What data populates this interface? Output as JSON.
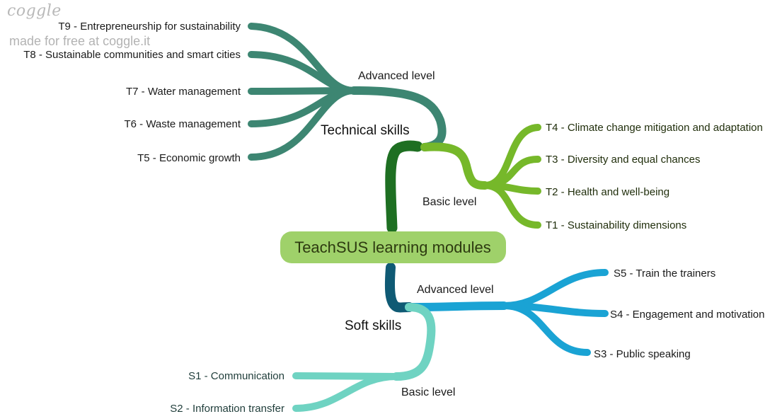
{
  "watermark": {
    "logo": "coggle",
    "note": "made for free at coggle.it"
  },
  "root": {
    "label": "TeachSUS learning modules"
  },
  "technical": {
    "label": "Technical skills",
    "advanced": {
      "label": "Advanced level",
      "items": [
        "T9 - Entrepreneurship for sustainability",
        "T8 - Sustainable communities and smart cities",
        "T7 - Water management",
        "T6 - Waste management",
        "T5 - Economic growth"
      ]
    },
    "basic": {
      "label": "Basic level",
      "items": [
        "T4 - Climate change mitigation and adaptation",
        "T3 - Diversity and equal chances",
        "T2 - Health and well-being",
        "T1 - Sustainability dimensions"
      ]
    }
  },
  "soft": {
    "label": "Soft skills",
    "advanced": {
      "label": "Advanced level",
      "items": [
        "S5 - Train the trainers",
        "S4 - Engagement and motivation",
        "S3 - Public speaking"
      ]
    },
    "basic": {
      "label": "Basic level",
      "items": [
        "S1 - Communication",
        "S2 - Information transfer"
      ]
    }
  },
  "colors": {
    "technical_trunk": "#1e6f22",
    "technical_advanced": "#3d8672",
    "technical_basic": "#76b82a",
    "soft_trunk": "#0f5a74",
    "soft_advanced": "#1aa3d4",
    "soft_basic": "#6fd3c2",
    "root_fill": "#9fd16a"
  }
}
